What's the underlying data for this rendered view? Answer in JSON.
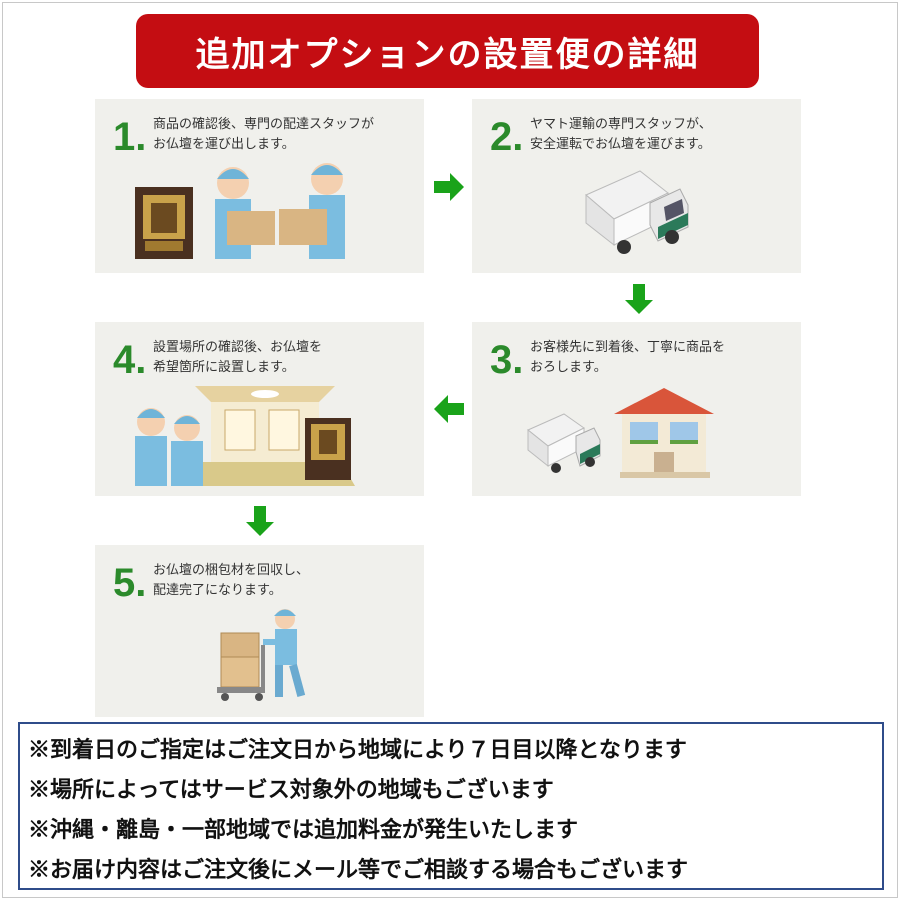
{
  "title": "追加オプションの設置便の詳細",
  "steps": [
    {
      "num": "1.",
      "text": "商品の確認後、専門の配達スタッフが\nお仏壇を運び出します。"
    },
    {
      "num": "2.",
      "text": "ヤマト運輸の専門スタッフが、\n安全運転でお仏壇を運びます。"
    },
    {
      "num": "3.",
      "text": "お客様先に到着後、丁寧に商品を\nおろします。"
    },
    {
      "num": "4.",
      "text": "設置場所の確認後、お仏壇を\n希望箇所に設置します。"
    },
    {
      "num": "5.",
      "text": "お仏壇の梱包材を回収し、\n配達完了になります。"
    }
  ],
  "notes": [
    "※到着日のご指定はご注文日から地域により７日目以降となります",
    "※場所によってはサービス対象外の地域もございます",
    "※沖縄・離島・一部地域では追加料金が発生いたします",
    "※お届け内容はご注文後にメール等でご相談する場合もございます"
  ],
  "colors": {
    "title_bg": "#c40d12",
    "step_number": "#2b8a2b",
    "arrow": "#1aa31a",
    "notes_border": "#2f4c8a"
  }
}
